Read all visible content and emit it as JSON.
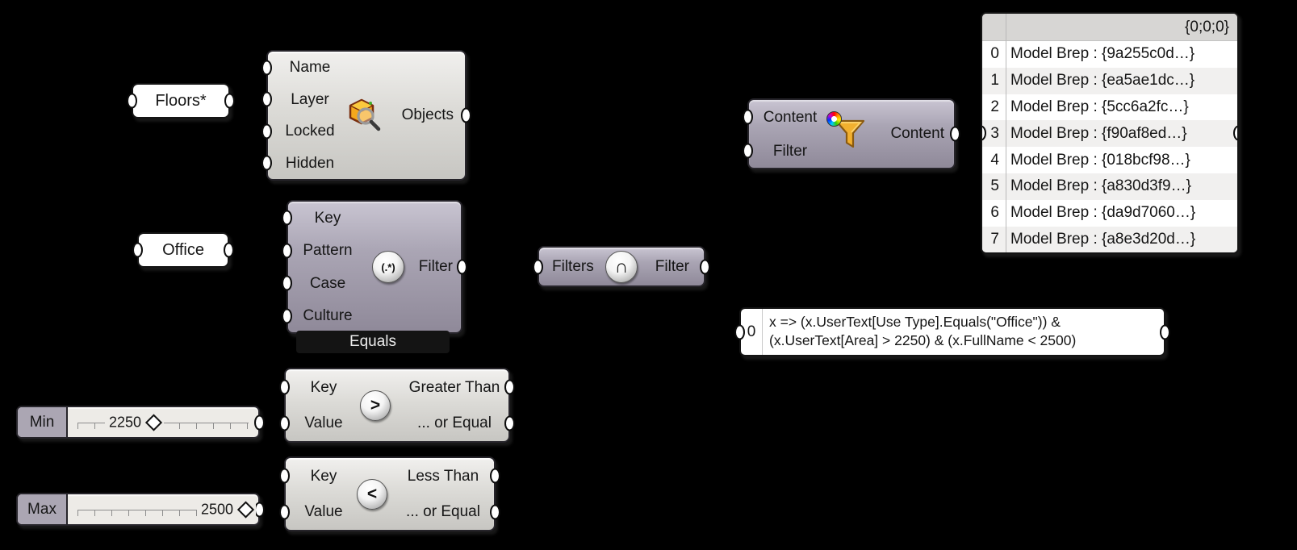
{
  "components": {
    "floors_panel": {
      "text": "Floors*"
    },
    "office_panel": {
      "text": "Office"
    },
    "query_objects": {
      "inputs": [
        "Name",
        "Layer",
        "Locked",
        "Hidden"
      ],
      "output": "Objects"
    },
    "match_text": {
      "inputs": [
        "Key",
        "Pattern",
        "Case",
        "Culture"
      ],
      "output": "Filter",
      "icon": "(.*)",
      "mode": "Equals"
    },
    "min_slider": {
      "label": "Min",
      "value": "2250"
    },
    "max_slider": {
      "label": "Max",
      "value": "2500"
    },
    "greater_than": {
      "inputs": [
        "Key",
        "Value"
      ],
      "output_labels": [
        "Greater Than",
        "... or Equal"
      ],
      "icon": ">"
    },
    "less_than": {
      "inputs": [
        "Key",
        "Value"
      ],
      "output_labels": [
        "Less Than",
        "... or Equal"
      ],
      "icon": "<"
    },
    "filter_intersection": {
      "input": "Filters",
      "output": "Filter",
      "icon": "∩"
    },
    "content_filter": {
      "inputs": [
        "Content",
        "Filter"
      ],
      "output": "Content"
    },
    "data_panel": {
      "header": "{0;0;0}",
      "rows": [
        {
          "index": "0",
          "value": "Model Brep : {9a255c0d…}"
        },
        {
          "index": "1",
          "value": "Model Brep : {ea5ae1dc…}"
        },
        {
          "index": "2",
          "value": "Model Brep : {5cc6a2fc…}"
        },
        {
          "index": "3",
          "value": "Model Brep : {f90af8ed…}"
        },
        {
          "index": "4",
          "value": "Model Brep : {018bcf98…}"
        },
        {
          "index": "5",
          "value": "Model Brep : {a830d3f9…}"
        },
        {
          "index": "6",
          "value": "Model Brep : {da9d7060…}"
        },
        {
          "index": "7",
          "value": "Model Brep : {a8e3d20d…}"
        }
      ]
    },
    "expression_panel": {
      "index": "0",
      "line1": "x => (x.UserText[Use Type].Equals(\"Office\")) &",
      "line2": "(x.UserText[Area] > 2250) & (x.FullName < 2500)"
    }
  },
  "colors": {
    "canvas": "#000000",
    "component_light": "#d8d7d3",
    "component_dark": "#a49fae",
    "panel_bg": "#ffffff",
    "mode_tab_bg": "#141414",
    "funnel_gold": "#f2b02f",
    "box_gold": "#f5a81c"
  }
}
